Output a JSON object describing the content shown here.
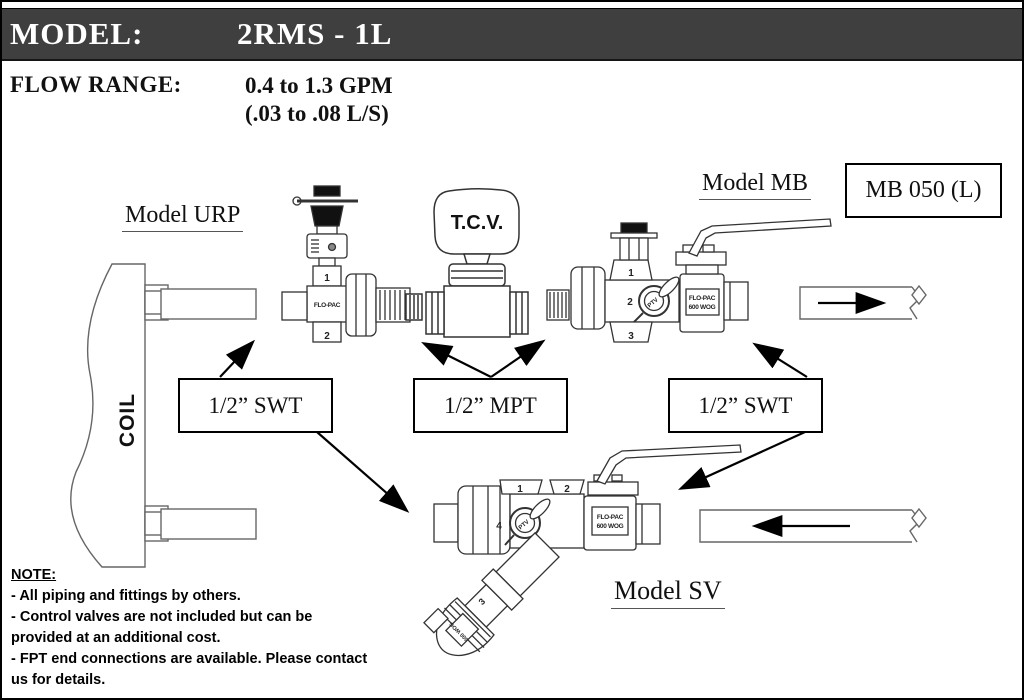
{
  "header": {
    "model_label": "MODEL:",
    "model_value": "2RMS - 1L"
  },
  "flow_range": {
    "label": "FLOW RANGE:",
    "gpm": "0.4 to 1.3 GPM",
    "lps": "(.03 to .08 L/S)"
  },
  "labels": {
    "model_urp": "Model URP",
    "model_mb": "Model MB",
    "model_sv": "Model SV",
    "mb_size": "MB 050 (L)",
    "tcv": "T.C.V.",
    "coil": "COIL",
    "swt_left": "1/2” SWT",
    "mpt_middle": "1/2” MPT",
    "swt_right": "1/2” SWT"
  },
  "valve_markings": {
    "brand": "FLO-PAC",
    "rating": "600 WOG",
    "ptv": "PTV",
    "port1": "1",
    "port2": "2",
    "port3": "3",
    "port4": "4"
  },
  "colors": {
    "header_bar": "#3f3f3f",
    "line_art": "#333333"
  },
  "note": {
    "title": "NOTE:",
    "lines": [
      "- All piping and fittings by others.",
      "- Control valves are not included but can be",
      "provided at an additional cost.",
      "- FPT end connections are available.  Please contact",
      "us for details."
    ]
  }
}
